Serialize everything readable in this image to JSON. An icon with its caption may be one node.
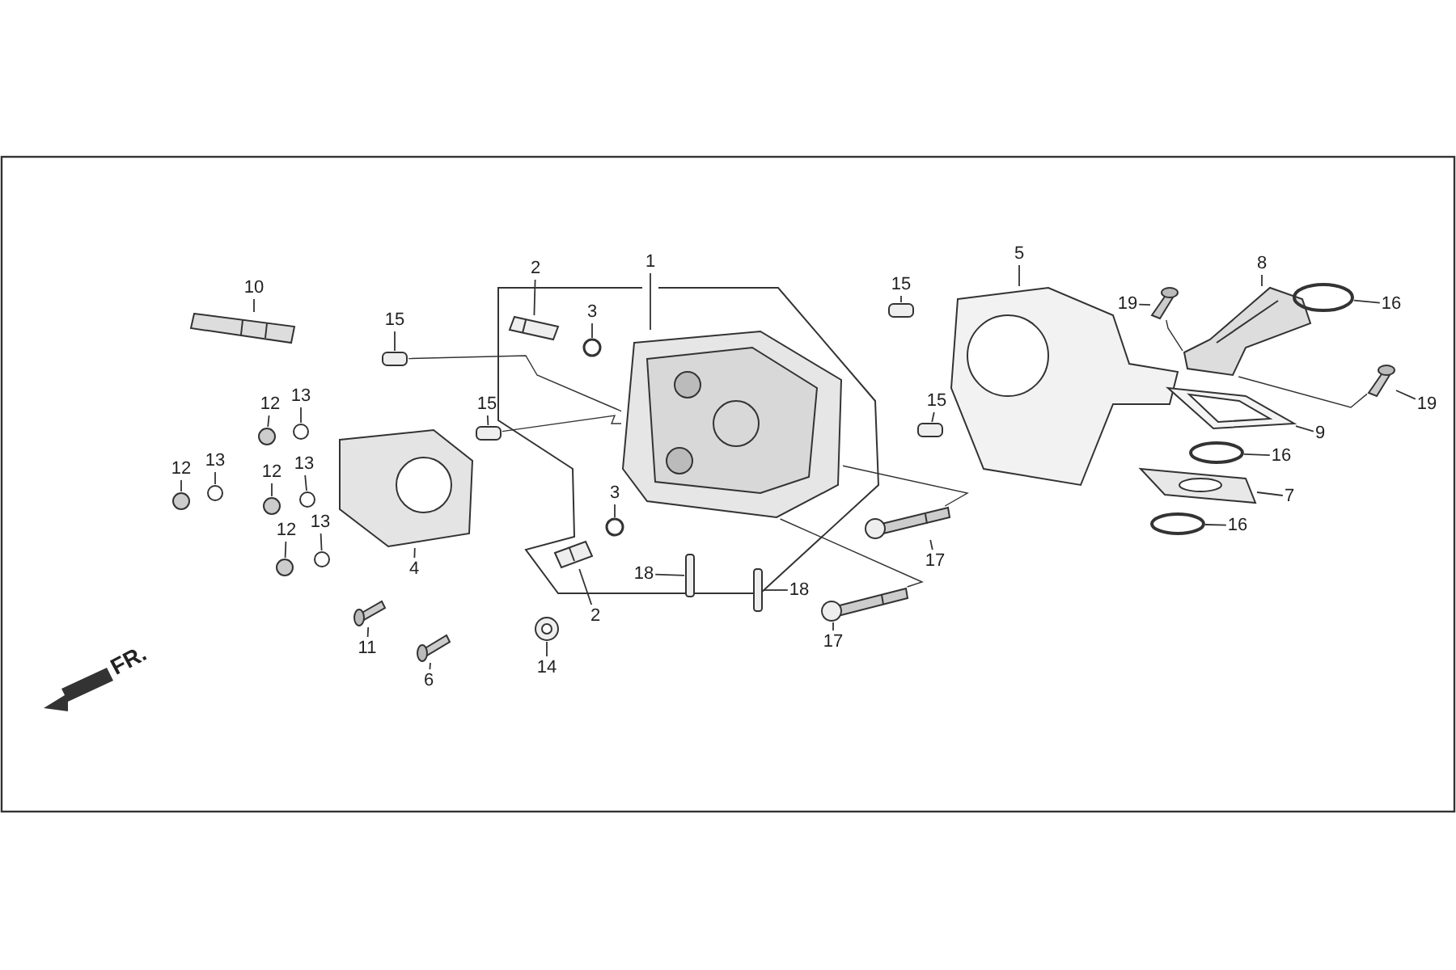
{
  "diagram": {
    "nodes": [
      {
        "text": [
          "1"
        ]
      },
      {
        "text": [
          "10"
        ]
      },
      {
        "text": [
          "2"
        ]
      },
      {
        "text": [
          "3"
        ]
      },
      {
        "text": [
          "15"
        ]
      },
      {
        "text": [
          "5"
        ]
      },
      {
        "text": [
          "8"
        ]
      },
      {
        "text": [
          "19"
        ]
      },
      {
        "text": [
          "16"
        ]
      },
      {
        "text": [
          "15"
        ]
      },
      {
        "text": [
          "12"
        ]
      },
      {
        "text": [
          "13"
        ]
      },
      {
        "text": [
          "15"
        ]
      },
      {
        "text": [
          "15"
        ]
      },
      {
        "text": [
          "19"
        ]
      },
      {
        "text": [
          "9"
        ]
      },
      {
        "text": [
          "12"
        ]
      },
      {
        "text": [
          "13"
        ]
      },
      {
        "text": [
          "12"
        ]
      },
      {
        "text": [
          "13"
        ]
      },
      {
        "text": [
          "16"
        ]
      },
      {
        "text": [
          "3"
        ]
      },
      {
        "text": [
          "17"
        ]
      },
      {
        "text": [
          "12"
        ]
      },
      {
        "text": [
          "13"
        ]
      },
      {
        "text": [
          "7"
        ]
      },
      {
        "text": [
          "16"
        ]
      },
      {
        "text": [
          "4"
        ]
      },
      {
        "text": [
          "2"
        ]
      },
      {
        "text": [
          "18"
        ]
      },
      {
        "text": [
          "18"
        ]
      },
      {
        "text": [
          "17"
        ]
      },
      {
        "text": [
          "11"
        ]
      },
      {
        "text": [
          "6"
        ]
      },
      {
        "text": [
          "14"
        ]
      },
      {
        "text": [],
        "shape": "picture"
      },
      {
        "text": [],
        "shape": "picture"
      },
      {
        "text": [],
        "shape": "picture"
      },
      {
        "text": [],
        "shape": "circle"
      },
      {
        "text": [],
        "shape": "box"
      },
      {
        "text": [],
        "shape": "picture"
      },
      {
        "text": [],
        "shape": "picture"
      },
      {
        "text": [],
        "shape": "picture"
      },
      {
        "text": [],
        "shape": "circle"
      },
      {
        "text": [],
        "shape": "box"
      },
      {
        "text": [],
        "shape": "circle"
      },
      {
        "text": [],
        "shape": "circle"
      },
      {
        "text": [],
        "shape": "box"
      },
      {
        "text": [],
        "shape": "box"
      },
      {
        "text": [],
        "shape": "picture"
      },
      {
        "text": [],
        "shape": "picture"
      },
      {
        "text": [],
        "shape": "circle"
      },
      {
        "text": [],
        "shape": "circle"
      },
      {
        "text": [],
        "shape": "circle"
      },
      {
        "text": [],
        "shape": "circle"
      },
      {
        "text": [],
        "shape": "circle"
      },
      {
        "text": [],
        "shape": "circle"
      },
      {
        "text": [],
        "shape": "picture"
      },
      {
        "text": [],
        "shape": "circle"
      },
      {
        "text": [],
        "shape": "circle"
      },
      {
        "text": [],
        "shape": "picture"
      },
      {
        "text": [],
        "shape": "circle"
      },
      {
        "text": [],
        "shape": "picture"
      },
      {
        "text": [],
        "shape": "picture"
      },
      {
        "text": [],
        "shape": "box"
      },
      {
        "text": [],
        "shape": "box"
      },
      {
        "text": [],
        "shape": "picture"
      },
      {
        "text": [],
        "shape": "picture"
      },
      {
        "text": [],
        "shape": "picture"
      },
      {
        "text": [],
        "shape": "picture"
      }
    ],
    "edges": [
      {
        "from": 0,
        "to": 35,
        "arrow": "none"
      },
      {
        "from": 1,
        "to": 36,
        "arrow": "none"
      },
      {
        "from": 2,
        "to": 37,
        "arrow": "none"
      },
      {
        "from": 3,
        "to": 38,
        "arrow": "none"
      },
      {
        "from": 4,
        "to": 39,
        "arrow": "none"
      },
      {
        "from": 5,
        "to": 40,
        "arrow": "none"
      },
      {
        "from": 6,
        "to": 41,
        "arrow": "none"
      },
      {
        "from": 7,
        "to": 42,
        "arrow": "none"
      },
      {
        "from": 8,
        "to": 43,
        "arrow": "none"
      },
      {
        "from": 9,
        "to": 44,
        "arrow": "none"
      },
      {
        "from": 10,
        "to": 45,
        "arrow": "none"
      },
      {
        "from": 11,
        "to": 46,
        "arrow": "none"
      },
      {
        "from": 12,
        "to": 47,
        "arrow": "none"
      },
      {
        "from": 13,
        "to": 48,
        "arrow": "none"
      },
      {
        "from": 14,
        "to": 49,
        "arrow": "none"
      },
      {
        "from": 15,
        "to": 50,
        "arrow": "none"
      },
      {
        "from": 16,
        "to": 51,
        "arrow": "none"
      },
      {
        "from": 17,
        "to": 52,
        "arrow": "none"
      },
      {
        "from": 18,
        "to": 53,
        "arrow": "none"
      },
      {
        "from": 19,
        "to": 54,
        "arrow": "none"
      },
      {
        "from": 20,
        "to": 55,
        "arrow": "none"
      },
      {
        "from": 21,
        "to": 56,
        "arrow": "none"
      },
      {
        "from": 22,
        "to": 57,
        "arrow": "none"
      },
      {
        "from": 23,
        "to": 58,
        "arrow": "none"
      },
      {
        "from": 24,
        "to": 59,
        "arrow": "none"
      },
      {
        "from": 25,
        "to": 60,
        "arrow": "none"
      },
      {
        "from": 26,
        "to": 61,
        "arrow": "none"
      },
      {
        "from": 27,
        "to": 62,
        "arrow": "none"
      },
      {
        "from": 28,
        "to": 63,
        "arrow": "none"
      },
      {
        "from": 29,
        "to": 64,
        "arrow": "none"
      },
      {
        "from": 30,
        "to": 65,
        "arrow": "none"
      },
      {
        "from": 31,
        "to": 66,
        "arrow": "none"
      },
      {
        "from": 32,
        "to": 67,
        "arrow": "none"
      },
      {
        "from": 33,
        "to": 68,
        "arrow": "none"
      },
      {
        "from": 34,
        "to": 69,
        "arrow": "none"
      },
      {
        "from": 44,
        "to": 35,
        "arrow": "none"
      },
      {
        "from": 47,
        "to": 35,
        "arrow": "none"
      },
      {
        "from": 35,
        "to": 57,
        "arrow": "none"
      },
      {
        "from": 35,
        "to": 66,
        "arrow": "none"
      },
      {
        "from": 42,
        "to": 41,
        "arrow": "none"
      },
      {
        "from": 49,
        "to": 41,
        "arrow": "none"
      }
    ],
    "labels": [
      "FR."
    ]
  }
}
